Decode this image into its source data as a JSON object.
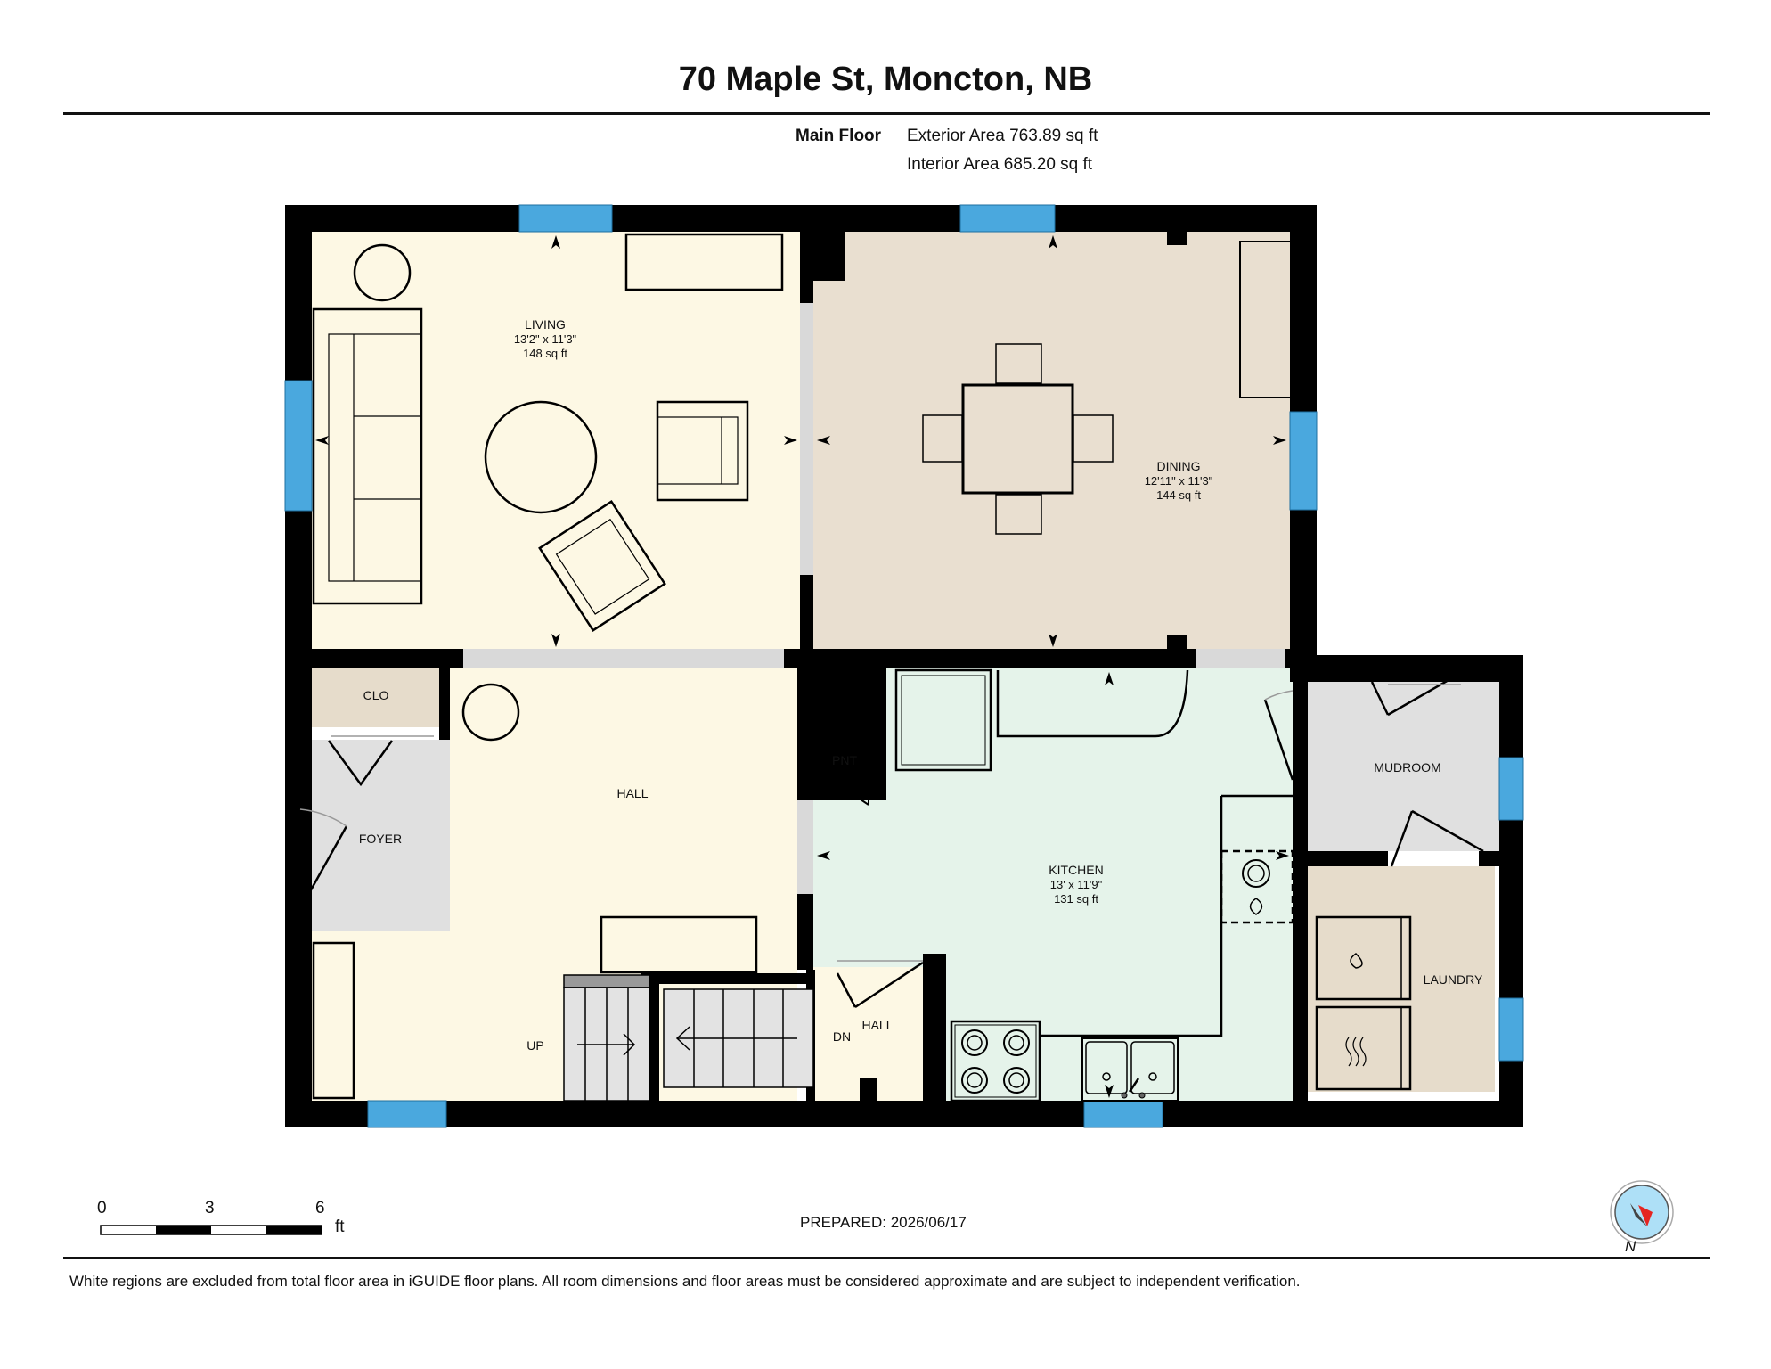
{
  "header": {
    "title": "70 Maple St, Moncton, NB",
    "floor_label": "Main Floor",
    "exterior_area": "Exterior Area 763.89 sq ft",
    "interior_area": "Interior Area 685.20 sq ft"
  },
  "rooms": {
    "living": {
      "name": "LIVING",
      "dims": "13'2\" x 11'3\"",
      "area": "148 sq ft"
    },
    "dining": {
      "name": "DINING",
      "dims": "12'11\" x 11'3\"",
      "area": "144 sq ft"
    },
    "kitchen": {
      "name": "KITCHEN",
      "dims": "13' x 11'9\"",
      "area": "131 sq ft"
    },
    "hall_main": {
      "name": "HALL"
    },
    "hall_small": {
      "name": "HALL"
    },
    "clo": {
      "name": "CLO"
    },
    "foyer": {
      "name": "FOYER"
    },
    "pnt": {
      "name": "PNT"
    },
    "mudroom": {
      "name": "MUDROOM"
    },
    "laundry": {
      "name": "LAUNDRY"
    },
    "stairs_up": {
      "name": "UP"
    },
    "stairs_down": {
      "name": "DN"
    }
  },
  "scale_bar": {
    "labels": [
      "0",
      "3",
      "6"
    ],
    "unit": "ft"
  },
  "footer": {
    "prepared": "PREPARED: 2026/06/17",
    "compass": "N",
    "disclaimer": "White regions are excluded from total floor area in iGUIDE floor plans. All room dimensions and floor areas must be considered approximate and are subject to independent verification."
  },
  "colors": {
    "wall": "#000000",
    "window": "#4aa8de",
    "living": "#fdf8e4",
    "dining": "#e9dfd0",
    "kitchen": "#e5f3ea",
    "grey_room": "#e0e0e0",
    "tan_room": "#e6dccb",
    "opening": "#d9d9d9"
  }
}
